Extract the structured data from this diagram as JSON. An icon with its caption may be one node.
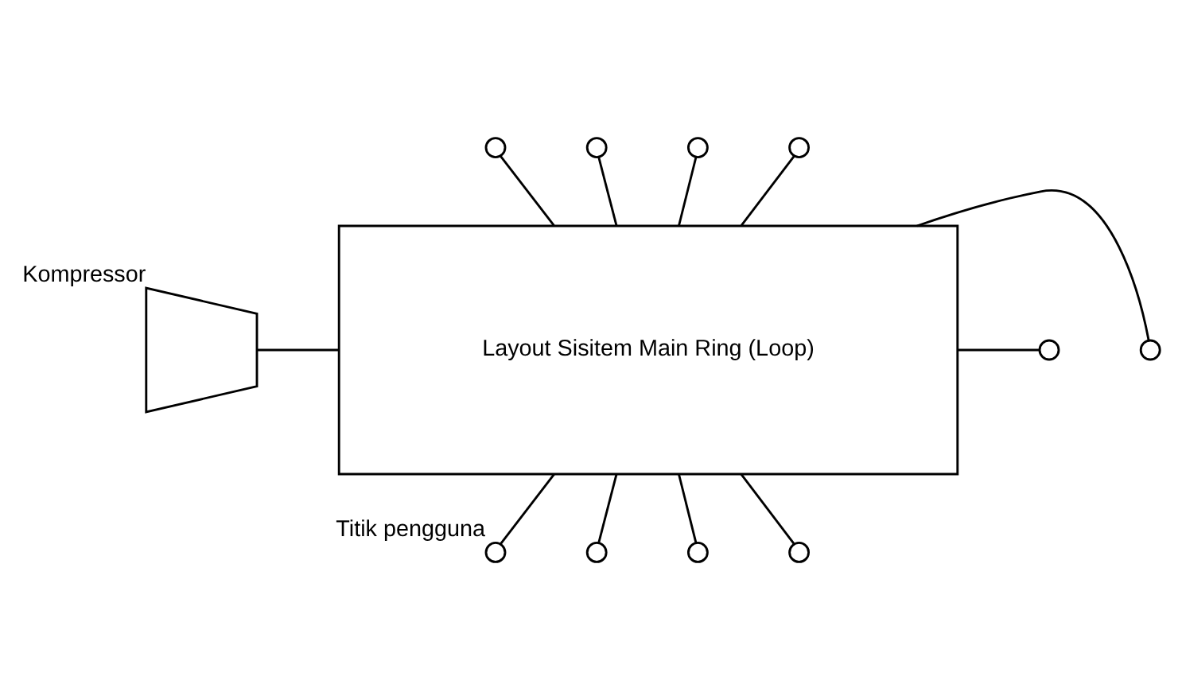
{
  "diagram": {
    "nodes": [
      {
        "text": [
          "Layout Sisitem Main Ring (Loop)"
        ]
      },
      {
        "text": [],
        "shape": "trapezoid",
        "beside": [
          "Kompressor"
        ]
      },
      {
        "text": [],
        "shape": "circle"
      },
      {
        "text": [],
        "shape": "circle"
      },
      {
        "text": [],
        "shape": "circle"
      },
      {
        "text": [],
        "shape": "circle"
      },
      {
        "text": [],
        "shape": "circle"
      },
      {
        "text": [],
        "shape": "circle"
      },
      {
        "text": [],
        "shape": "circle",
        "beside": [
          "Titik pengguna"
        ]
      },
      {
        "text": [],
        "shape": "circle"
      },
      {
        "text": [],
        "shape": "circle"
      },
      {
        "text": [],
        "shape": "circle"
      }
    ],
    "edges": [
      {
        "from": 1,
        "to": 0,
        "arrow": "none"
      },
      {
        "from": 0,
        "to": 2,
        "arrow": "none"
      },
      {
        "from": 0,
        "to": 3,
        "arrow": "none"
      },
      {
        "from": 0,
        "to": 4,
        "arrow": "none"
      },
      {
        "from": 0,
        "to": 5,
        "arrow": "none"
      },
      {
        "from": 0,
        "to": 6,
        "arrow": "none"
      },
      {
        "from": 0,
        "to": 7,
        "arrow": "none"
      },
      {
        "from": 0,
        "to": 8,
        "arrow": "none"
      },
      {
        "from": 0,
        "to": 9,
        "arrow": "none"
      },
      {
        "from": 0,
        "to": 10,
        "arrow": "none"
      },
      {
        "from": 0,
        "to": 11,
        "arrow": "none"
      }
    ]
  }
}
